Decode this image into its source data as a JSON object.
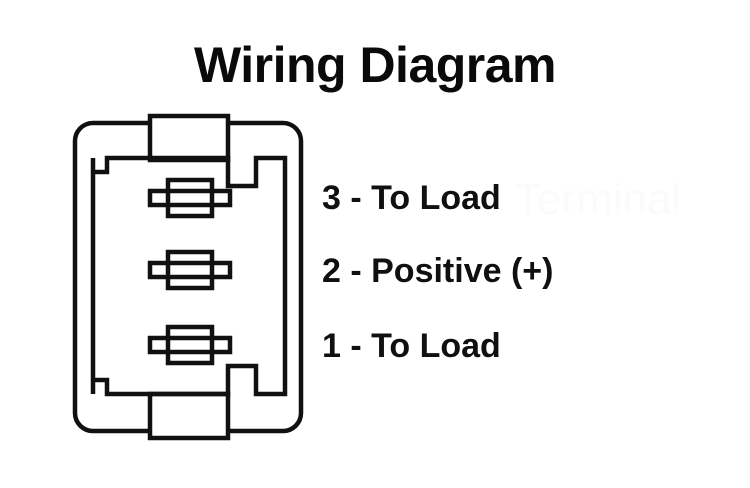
{
  "page": {
    "title": "Wiring Diagram",
    "background_color": "#ffffff",
    "stroke_color": "#111111",
    "text_color": "#0a0a0a"
  },
  "watermark": {
    "text": "Terminal",
    "color": "#fbfbfb"
  },
  "diagram": {
    "name": "rocker-switch-terminal-layout",
    "description": "Rear view of a rocker switch body with three terminal blades",
    "terminals": [
      {
        "position": "top",
        "number": "3",
        "function": "To Load"
      },
      {
        "position": "middle",
        "number": "2",
        "function": "Positive (+)"
      },
      {
        "position": "bottom",
        "number": "1",
        "function": "To Load"
      }
    ]
  },
  "labels": {
    "terminal_3": "3 - To Load",
    "terminal_2": "2 - Positive (+)",
    "terminal_1": "1 - To Load"
  }
}
